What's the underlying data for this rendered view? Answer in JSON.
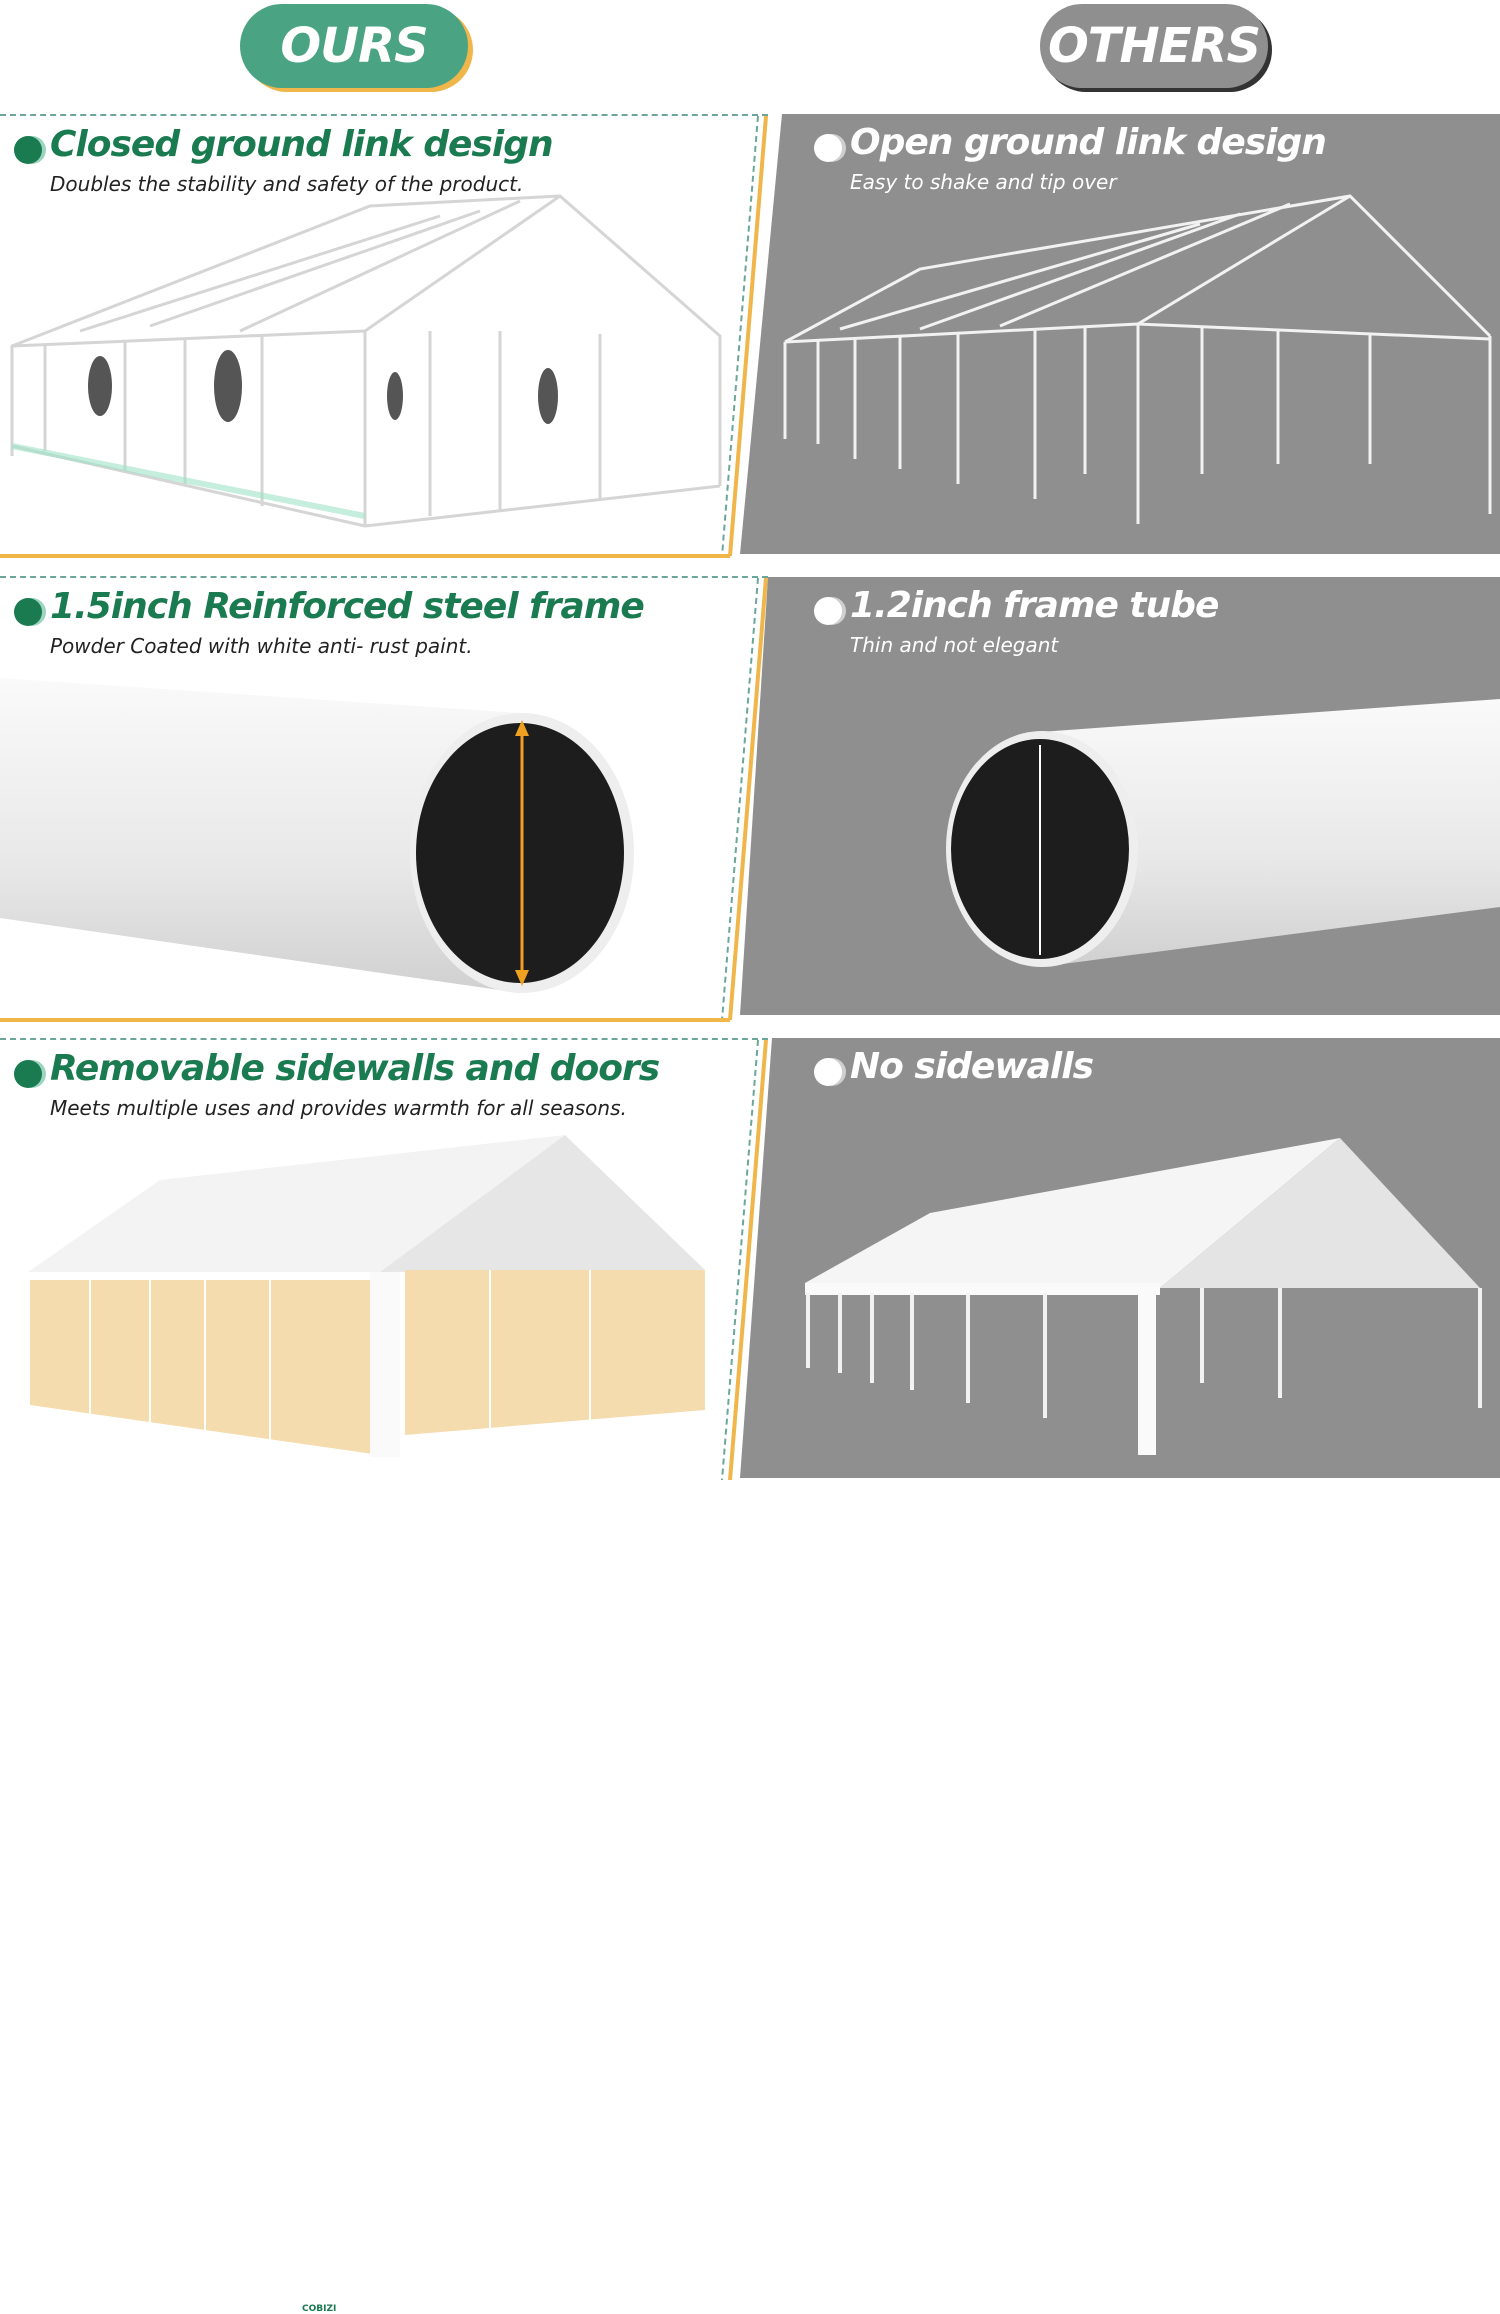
{
  "header": {
    "ours": "OURS",
    "others": "OTHERS"
  },
  "colors": {
    "green": "#1a7a50",
    "pill_green": "#4aa383",
    "orange": "#f0b64a",
    "gray": "#8f8f8f"
  },
  "rows": [
    {
      "ours": {
        "title": "Closed ground link design",
        "subtitle": "Doubles the stability and safety of the product."
      },
      "others": {
        "title": "Open ground link design",
        "subtitle": "Easy to shake and tip over"
      }
    },
    {
      "ours": {
        "title": "1.5inch Reinforced steel frame",
        "subtitle": "Powder Coated with white anti- rust paint."
      },
      "others": {
        "title": "1.2inch frame tube",
        "subtitle": "Thin and not elegant"
      }
    },
    {
      "ours": {
        "title": "Removable sidewalls and doors",
        "subtitle": "Meets multiple uses and provides warmth for all seasons."
      },
      "others": {
        "title": "No sidewalls",
        "subtitle": ""
      }
    }
  ],
  "brand_logo": "COBIZI"
}
